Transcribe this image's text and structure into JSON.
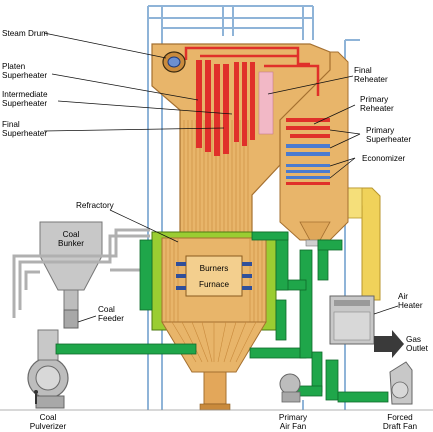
{
  "labels": {
    "steam_drum": "Steam Drum",
    "platen_superheater": [
      "Platen",
      "Superheater"
    ],
    "intermediate_superheater": [
      "Intermediate",
      "Superheater"
    ],
    "final_superheater": [
      "Final",
      "Superheater"
    ],
    "final_reheater": [
      "Final",
      "Reheater"
    ],
    "primary_reheater": [
      "Primary",
      "Reheater"
    ],
    "primary_superheater": [
      "Primary",
      "Superheater"
    ],
    "economizer": "Economizer",
    "refractory": "Refractory",
    "coal_bunker": [
      "Coal",
      "Bunker"
    ],
    "burners": "Burners",
    "furnace": "Furnace",
    "coal_feeder": [
      "Coal",
      "Feeder"
    ],
    "air_heater": [
      "Air",
      "Heater"
    ],
    "gas_outlet": [
      "Gas",
      "Outlet"
    ],
    "coal_pulverizer": [
      "Coal",
      "Pulverizer"
    ],
    "primary_air_fan": [
      "Primary",
      "Air Fan"
    ],
    "forced_draft_fan": [
      "Forced",
      "Draft Fan"
    ]
  },
  "colors": {
    "boiler_tan": "#e8b56a",
    "boiler_dark": "#c98a3c",
    "duct_green": "#1fa64a",
    "superheater_red": "#e0302a",
    "reheater_pink": "#f2b8c6",
    "primary_sh_blue": "#4a7bd0",
    "structure_blue": "#8fb4d8",
    "furnace_green": "#9acd32",
    "burner_yellow": "#f5e66a",
    "gray": "#b5b5b5",
    "yellow_duct": "#f0d25a"
  }
}
